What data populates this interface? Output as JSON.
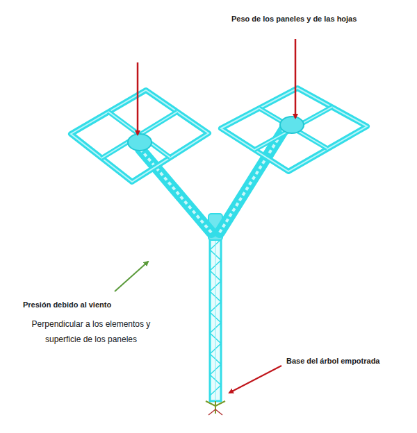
{
  "diagram": {
    "labels": [
      "Peso de los paneles y de las hojas",
      "Presión debido al viento",
      "Perpendicular a los elementos y superficie de los paneles",
      "Base del árbol empotrada"
    ]
  }
}
